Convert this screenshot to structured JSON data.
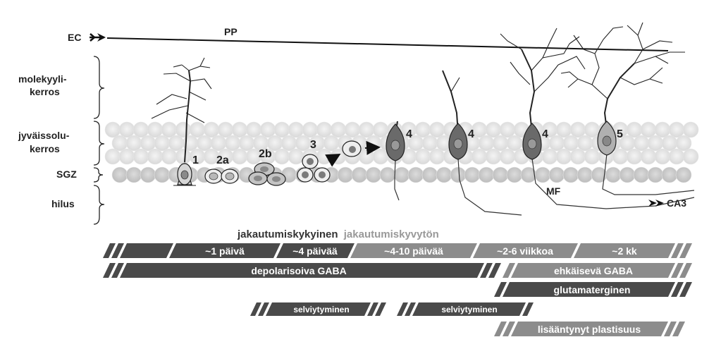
{
  "inputs": {
    "ec": "EC",
    "pp": "PP"
  },
  "layers": {
    "molecular": [
      "molekyyli-",
      "kerros"
    ],
    "granule": [
      "jyväissolu-",
      "kerros"
    ],
    "sgz": "SGZ",
    "hilus": "hilus"
  },
  "stages": {
    "s1": "1",
    "s2a": "2a",
    "s2b": "2b",
    "s3": "3",
    "s4a": "4",
    "s4b": "4",
    "s4c": "4",
    "s5": "5"
  },
  "outputs": {
    "mf": "MF",
    "ca3": "CA3"
  },
  "timeline": {
    "heading_dividing": "jakautumiskykyinen",
    "heading_nondividing": "jakautumiskyvytön",
    "row1": [
      "~1 päivä",
      "~4 päivää",
      "~4-10 päivää",
      "~2-6 viikkoa",
      "~2 kk"
    ],
    "gaba_depolarizing": "depolarisoiva GABA",
    "gaba_inhibitory": "ehkäisevä GABA",
    "glutamatergic": "glutamaterginen",
    "survival": [
      "selviytyminen",
      "selviytyminen"
    ],
    "plasticity": "lisääntynyt plastisuus"
  },
  "colors": {
    "dark_bar": "#4a4a4a",
    "mid_bar": "#8c8c8c",
    "granule_cell_fill": "#e0e0e0",
    "sgz_fill": "#c8c8c8",
    "neuron_fill": "#6a6a6a",
    "neuron_light_fill": "#b0b0b0"
  }
}
